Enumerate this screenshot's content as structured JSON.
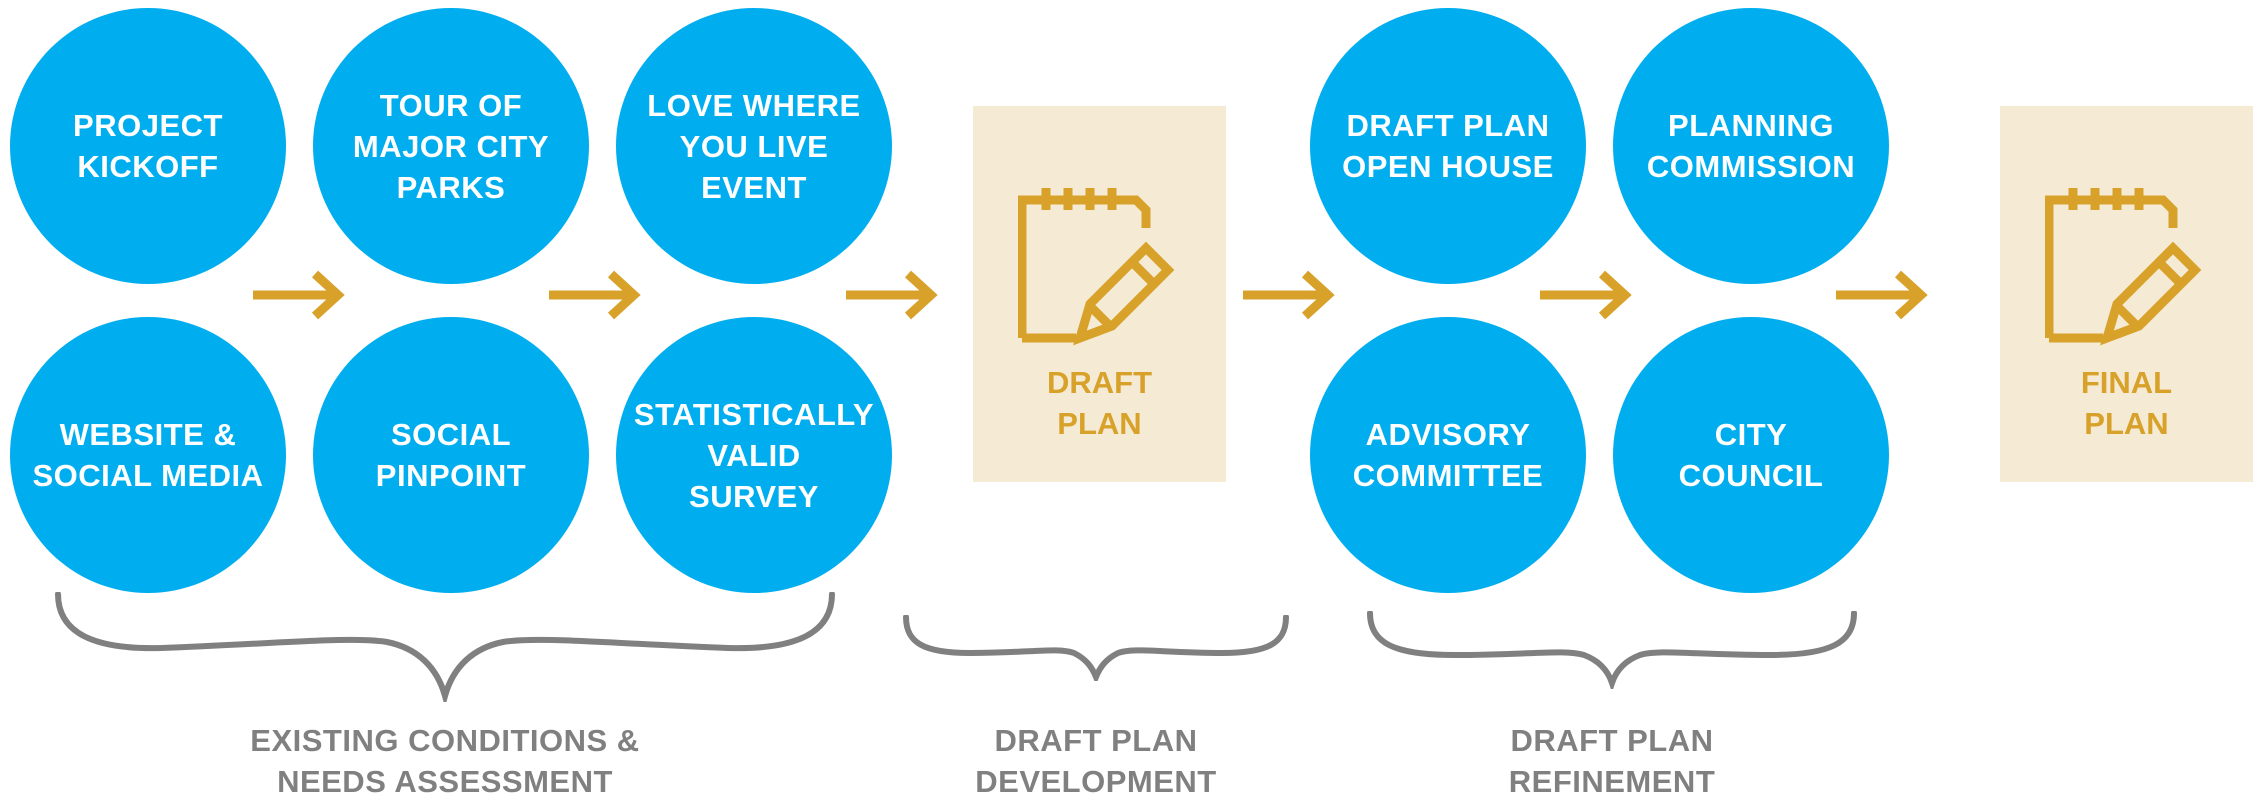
{
  "circles": [
    {
      "label": "PROJECT\nKICKOFF"
    },
    {
      "label": "TOUR OF\nMAJOR CITY\nPARKS"
    },
    {
      "label": "LOVE WHERE\nYOU LIVE\nEVENT"
    },
    {
      "label": "WEBSITE &\nSOCIAL MEDIA"
    },
    {
      "label": "SOCIAL\nPINPOINT"
    },
    {
      "label": "STATISTICALLY\nVALID\nSURVEY"
    },
    {
      "label": "DRAFT PLAN\nOPEN HOUSE"
    },
    {
      "label": "PLANNING\nCOMMISSION"
    },
    {
      "label": "ADVISORY\nCOMMITTEE"
    },
    {
      "label": "CITY\nCOUNCIL"
    }
  ],
  "documents": [
    {
      "label": "DRAFT\nPLAN",
      "icon": "notepad-pencil-icon"
    },
    {
      "label": "FINAL\nPLAN",
      "icon": "notepad-pencil-icon"
    }
  ],
  "phases": [
    {
      "label": "EXISTING CONDITIONS &\nNEEDS ASSESSMENT"
    },
    {
      "label": "DRAFT PLAN\nDEVELOPMENT"
    },
    {
      "label": "DRAFT PLAN\nREFINEMENT"
    }
  ],
  "colors": {
    "circle": "#00aeef",
    "accent": "#d8a12a",
    "doc_background": "#f5ebd5",
    "brace": "#808080"
  }
}
